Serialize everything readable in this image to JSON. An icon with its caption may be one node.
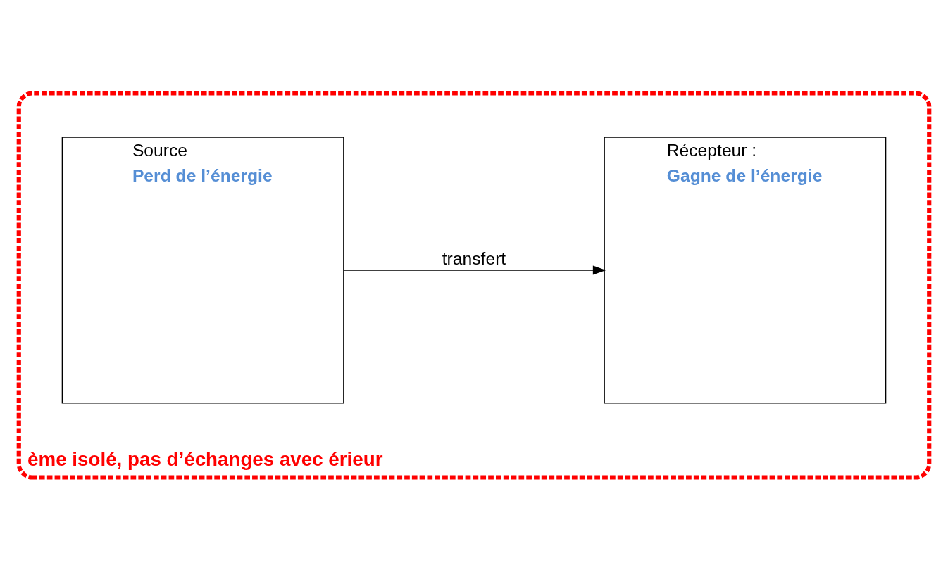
{
  "diagram": {
    "nodes": [
      {
        "text": [
          "ème isolé, pas d’échanges avec érieur"
        ]
      },
      {
        "text": [
          "Source",
          "Perd de l’énergie"
        ],
        "in": 0
      },
      {
        "text": [
          "Récepteur :",
          "Gagne de l’énergie"
        ],
        "in": 0
      }
    ],
    "edges": [
      {
        "from": 1,
        "to": 2,
        "arrow": "to",
        "label": "transfert"
      }
    ]
  }
}
